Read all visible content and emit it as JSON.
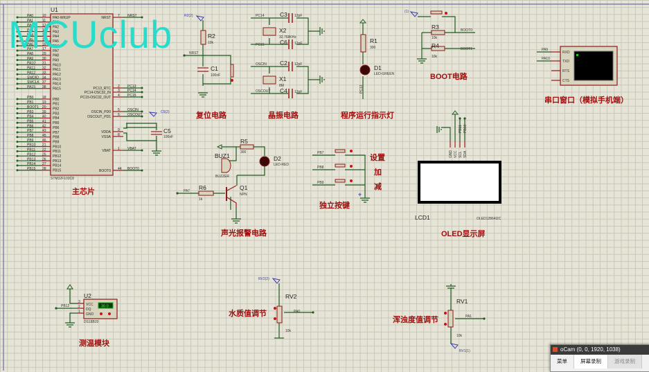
{
  "watermark": "MCUclub",
  "blocks": {
    "mcu": {
      "ref": "U1",
      "part": "STM32F103C8",
      "title": "主芯片",
      "left_pins": [
        {
          "net": "PA0",
          "num": "10",
          "name": "PA0-WKUP"
        },
        {
          "net": "PA1",
          "num": "11",
          "name": "PA1"
        },
        {
          "net": "PA2",
          "num": "12",
          "name": "PA2"
        },
        {
          "net": "PA3",
          "num": "13",
          "name": "PA3"
        },
        {
          "net": "PA4",
          "num": "14",
          "name": "PA4"
        },
        {
          "net": "PA5",
          "num": "15",
          "name": "PA5"
        },
        {
          "net": "PA6",
          "num": "16",
          "name": "PA6"
        },
        {
          "net": "PA7",
          "num": "17",
          "name": "PA7"
        },
        {
          "net": "PA8",
          "num": "29",
          "name": "PA8"
        },
        {
          "net": "PA9",
          "num": "30",
          "name": "PA9"
        },
        {
          "net": "PA10",
          "num": "31",
          "name": "PA10"
        },
        {
          "net": "PA11",
          "num": "32",
          "name": "PA11"
        },
        {
          "net": "PA12",
          "num": "33",
          "name": "PA12"
        },
        {
          "net": "SWDIO",
          "num": "34",
          "name": "PA13"
        },
        {
          "net": "SWCLK",
          "num": "37",
          "name": "PA14"
        },
        {
          "net": "PA15",
          "num": "38",
          "name": "PA15"
        },
        {
          "net": "PB0",
          "num": "18",
          "name": "PB0"
        },
        {
          "net": "PB1",
          "num": "19",
          "name": "PB1"
        },
        {
          "net": "BOOT1",
          "num": "20",
          "name": "PB2"
        },
        {
          "net": "PB3",
          "num": "39",
          "name": "PB3"
        },
        {
          "net": "PB4",
          "num": "40",
          "name": "PB4"
        },
        {
          "net": "PB5",
          "num": "41",
          "name": "PB5"
        },
        {
          "net": "PB6",
          "num": "42",
          "name": "PB6"
        },
        {
          "net": "PB7",
          "num": "43",
          "name": "PB7"
        },
        {
          "net": "PB8",
          "num": "45",
          "name": "PB8"
        },
        {
          "net": "PB9",
          "num": "46",
          "name": "PB9"
        },
        {
          "net": "PB10",
          "num": "21",
          "name": "PB10"
        },
        {
          "net": "PB11",
          "num": "22",
          "name": "PB11"
        },
        {
          "net": "PB12",
          "num": "25",
          "name": "PB12"
        },
        {
          "net": "PB13",
          "num": "26",
          "name": "PB13"
        },
        {
          "net": "PB14",
          "num": "27",
          "name": "PB14"
        },
        {
          "net": "PB15",
          "num": "28",
          "name": "PB15"
        }
      ],
      "right_pins": [
        {
          "net": "NRST",
          "num": "7",
          "name": "NRST"
        },
        {
          "net": "PC13",
          "num": "2",
          "name": "PC13_RTC"
        },
        {
          "net": "PC14",
          "num": "3",
          "name": "PC14-OSC32_IN"
        },
        {
          "net": "PC15",
          "num": "4",
          "name": "PC15-OSC32_OUT"
        },
        {
          "net": "OSCIN",
          "num": "5",
          "name": "OSCIN_PD0"
        },
        {
          "net": "OSCOUT",
          "num": "6",
          "name": "OSCOUT_PD1"
        },
        {
          "net": "",
          "num": "9",
          "name": "VDDA"
        },
        {
          "net": "",
          "num": "8",
          "name": "VSSA"
        },
        {
          "net": "VBAT",
          "num": "1",
          "name": "VBAT"
        },
        {
          "net": "BOOT0",
          "num": "44",
          "name": "BOOT0"
        }
      ],
      "c5": {
        "ref": "C5",
        "value": "100nF",
        "probe": "C5(2)"
      }
    },
    "reset": {
      "title": "复位电路",
      "probe": "R2(2)",
      "r2": {
        "ref": "R2",
        "value": "10k"
      },
      "c1": {
        "ref": "C1",
        "value": "100nF"
      },
      "net": "NRST"
    },
    "crystal": {
      "title": "晶振电路",
      "c3": {
        "ref": "C3",
        "value": "12pF"
      },
      "c6": {
        "ref": "C6",
        "value": "12pF"
      },
      "c2": {
        "ref": "C2",
        "value": "12pF"
      },
      "c4": {
        "ref": "C4",
        "value": "12pF"
      },
      "x2": {
        "ref": "X2",
        "value": "32.768KHz"
      },
      "x1": {
        "ref": "X1",
        "value": "8M"
      },
      "nets": [
        "PC14",
        "PC15",
        "OSCIN",
        "OSCOUT"
      ]
    },
    "led": {
      "title": "程序运行指示灯",
      "r1": {
        "ref": "R1",
        "value": "300"
      },
      "d1": {
        "ref": "D1",
        "value": "LED-GREEN"
      },
      "net": "PC13"
    },
    "boot": {
      "title": "BOOT电路",
      "probe": "(1)",
      "r3": {
        "ref": "R3",
        "value": "10k"
      },
      "r4": {
        "ref": "R4",
        "value": "10k"
      },
      "nets": [
        "BOOT0",
        "BOOT1"
      ]
    },
    "serial": {
      "title": "串口窗口（模拟手机端）",
      "pins": [
        "RXD",
        "TXD",
        "RTS",
        "CTS"
      ],
      "nets": [
        "PA9",
        "PA10"
      ]
    },
    "alarm": {
      "title": "声光报警电路",
      "r5": {
        "ref": "R5",
        "value": "300"
      },
      "d2": {
        "ref": "D2",
        "value": "LED-RED"
      },
      "buz": {
        "ref": "BUZ1",
        "value": "BUZZER"
      },
      "q1": {
        "ref": "Q1",
        "value": "NPN"
      },
      "r6": {
        "ref": "R6",
        "value": "1k"
      },
      "net": "PA7"
    },
    "keys": {
      "title": "独立按键",
      "nets": [
        "PB7",
        "PB8",
        "PB9"
      ],
      "labels": [
        "设置",
        "加",
        "减"
      ]
    },
    "oled": {
      "title": "OLED显示屏",
      "ref": "LCD1",
      "part": "OLED12864I2C",
      "pins": [
        "GND",
        "VCC",
        "SCL",
        "SDA"
      ],
      "nets": [
        "PB11",
        "PB10"
      ]
    },
    "temp": {
      "title": "测温模块",
      "ref": "U2",
      "part": "DS18B20",
      "pins": [
        {
          "num": "3",
          "name": "VCC"
        },
        {
          "num": "2",
          "name": "DQ"
        },
        {
          "num": "1",
          "name": "GND"
        }
      ],
      "net": "PB12",
      "reading": "30.0"
    },
    "water": {
      "title": "水质值调节",
      "ref": "RV2",
      "value": "10k",
      "probe": "RV2(2)",
      "net": "PA0"
    },
    "turbidity": {
      "title": "浑浊度值调节",
      "ref": "RV1",
      "value": "10k",
      "probe": "RV1(1)",
      "net": "PA1"
    }
  },
  "ocam": {
    "title": "oCam (0, 0, 1920, 1038)",
    "tabs": [
      "菜单",
      "屏幕录制",
      "游戏录制"
    ],
    "active_tab": "屏幕录制"
  }
}
